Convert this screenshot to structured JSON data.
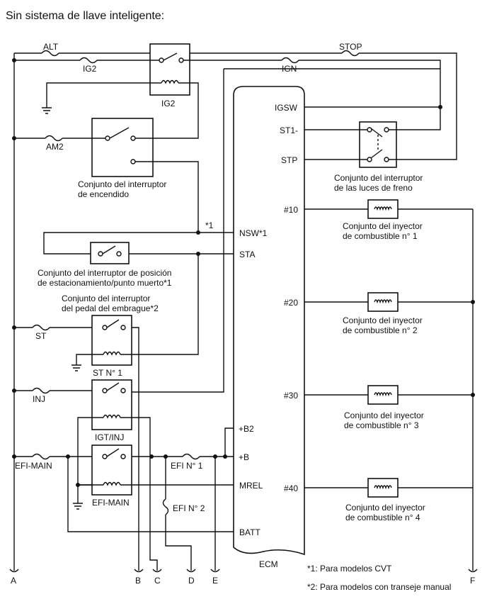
{
  "title": "Sin sistema de llave inteligente:",
  "fuses": {
    "alt": "ALT",
    "stop": "STOP",
    "ig2": "IG2",
    "ign": "IGN",
    "am2": "AM2",
    "st": "ST",
    "inj": "INJ",
    "efi_main": "EFI-MAIN",
    "efi1": "EFI N° 1",
    "efi2": "EFI N° 2"
  },
  "relays": {
    "ig2": "IG2",
    "st1": "ST N° 1",
    "igt_inj": "IGT/INJ",
    "efi_main": "EFI-MAIN"
  },
  "components": {
    "ignition_switch": [
      "Conjunto del interruptor",
      "de encendido"
    ],
    "park_neutral_switch": [
      "Conjunto del interruptor de posición",
      "de estacionamiento/punto muerto*1"
    ],
    "clutch_switch": [
      "Conjunto del interruptor",
      "del pedal del embrague*2"
    ],
    "stop_light_switch": [
      "Conjunto del interruptor",
      "de las luces de freno"
    ],
    "injector1": [
      "Conjunto del inyector",
      "de combustible n° 1"
    ],
    "injector2": [
      "Conjunto del inyector",
      "de combustible n° 2"
    ],
    "injector3": [
      "Conjunto del inyector",
      "de combustible n° 3"
    ],
    "injector4": [
      "Conjunto del inyector",
      "de combustible n° 4"
    ]
  },
  "ecm": {
    "label": "ECM",
    "pins": {
      "igsw": "IGSW",
      "st1": "ST1-",
      "stp": "STP",
      "p10": "#10",
      "nsw": "NSW*1",
      "sta": "STA",
      "p20": "#20",
      "p30": "#30",
      "b2": "+B2",
      "b": "+B",
      "mrel": "MREL",
      "p40": "#40",
      "batt": "BATT"
    }
  },
  "marker_star1": "*1",
  "connectors": [
    "A",
    "B",
    "C",
    "D",
    "E",
    "F"
  ],
  "notes": [
    "*1: Para modelos CVT",
    "*2: Para modelos con transeje manual"
  ]
}
